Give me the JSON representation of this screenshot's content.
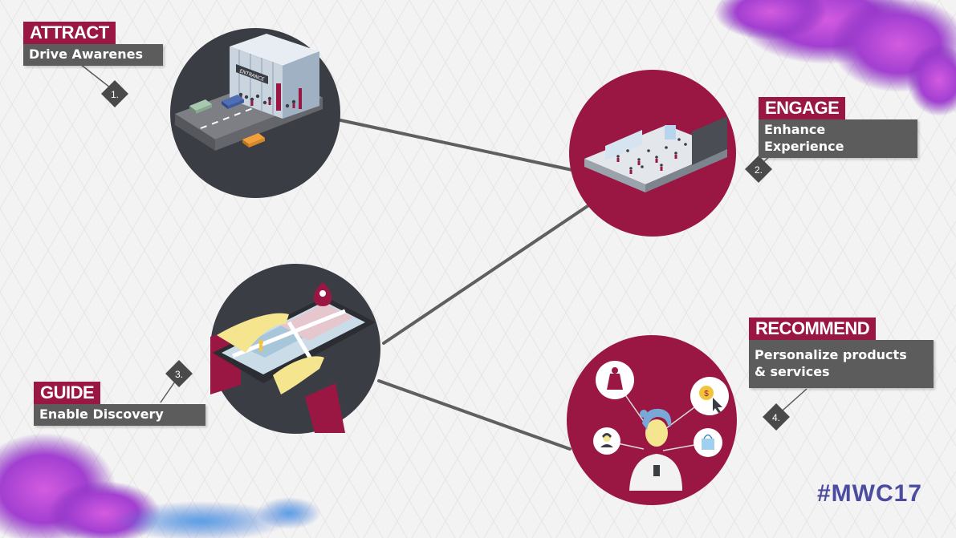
{
  "steps": [
    {
      "number": "1.",
      "title": "ATTRACT",
      "subtitle": "Drive Awarenes"
    },
    {
      "number": "2.",
      "title": "ENGAGE",
      "subtitle": "Enhance Experience"
    },
    {
      "number": "3.",
      "title": "GUIDE",
      "subtitle": "Enable Discovery"
    },
    {
      "number": "4.",
      "title": "RECOMMEND",
      "subtitle": "Personalize products\n& services"
    }
  ],
  "illustrations": {
    "attract": {
      "entrance_sign": "ENTRANCE"
    }
  },
  "hashtag": "#MWC17",
  "colors": {
    "crimson": "#9b1743",
    "charcoal": "#3a3d44",
    "label_gray": "#5c5c5c",
    "badge_gray": "#4a4a4a",
    "connector": "#5f5f5f",
    "hashtag": "#4b4ba0"
  }
}
